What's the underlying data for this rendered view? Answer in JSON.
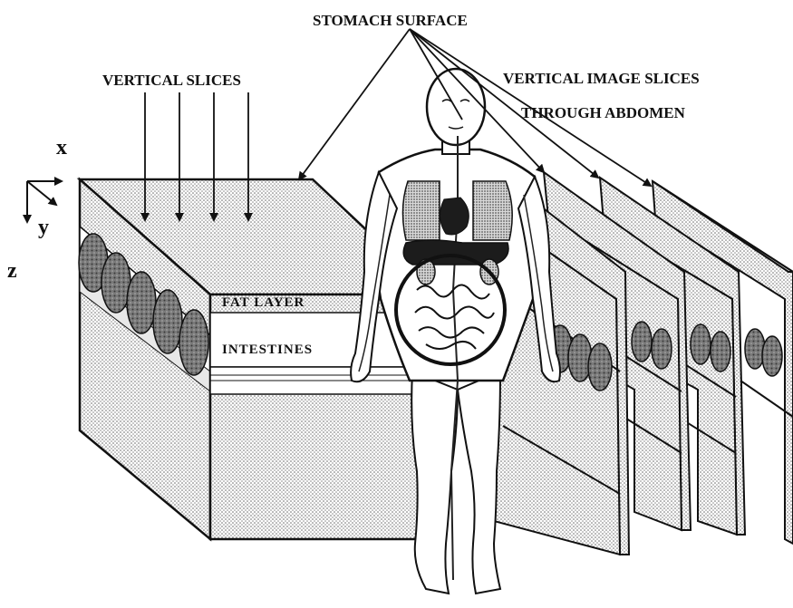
{
  "labels": {
    "stomach_surface": "STOMACH SURFACE",
    "vertical_slices": "VERTICAL SLICES",
    "vertical_image_slices_line1": "VERTICAL IMAGE SLICES",
    "vertical_image_slices_line2": "THROUGH ABDOMEN",
    "fat_layer": "FAT LAYER",
    "intestines": "INTESTINES"
  },
  "axes": {
    "x": "x",
    "y": "y",
    "z": "z"
  },
  "colors": {
    "ink": "#111111",
    "paper": "#ffffff",
    "stipple": "#9a9a9a",
    "organ_dark": "#1c1c1c",
    "intestine_fill": "#6e6e6e"
  }
}
